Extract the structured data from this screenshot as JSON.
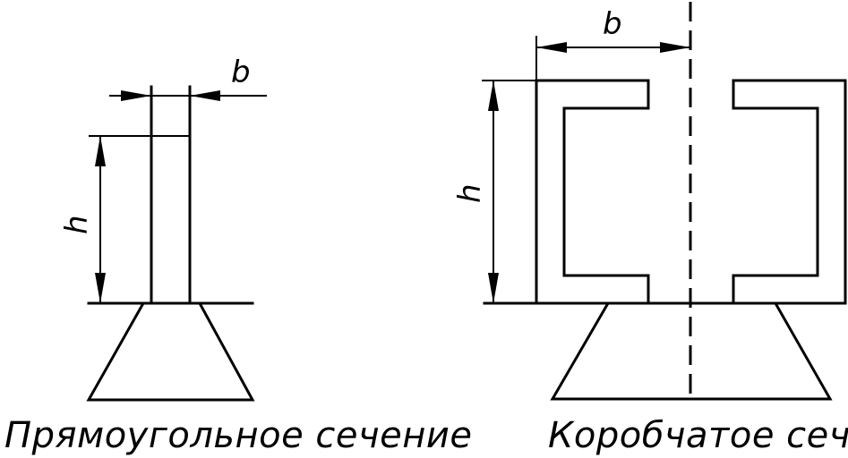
{
  "left_figure": {
    "caption": "Прямоугольное сечение",
    "dim_b": "b",
    "dim_h": "h"
  },
  "right_figure": {
    "caption": "Коробчатое сечение",
    "dim_b": "b",
    "dim_h": "h"
  }
}
